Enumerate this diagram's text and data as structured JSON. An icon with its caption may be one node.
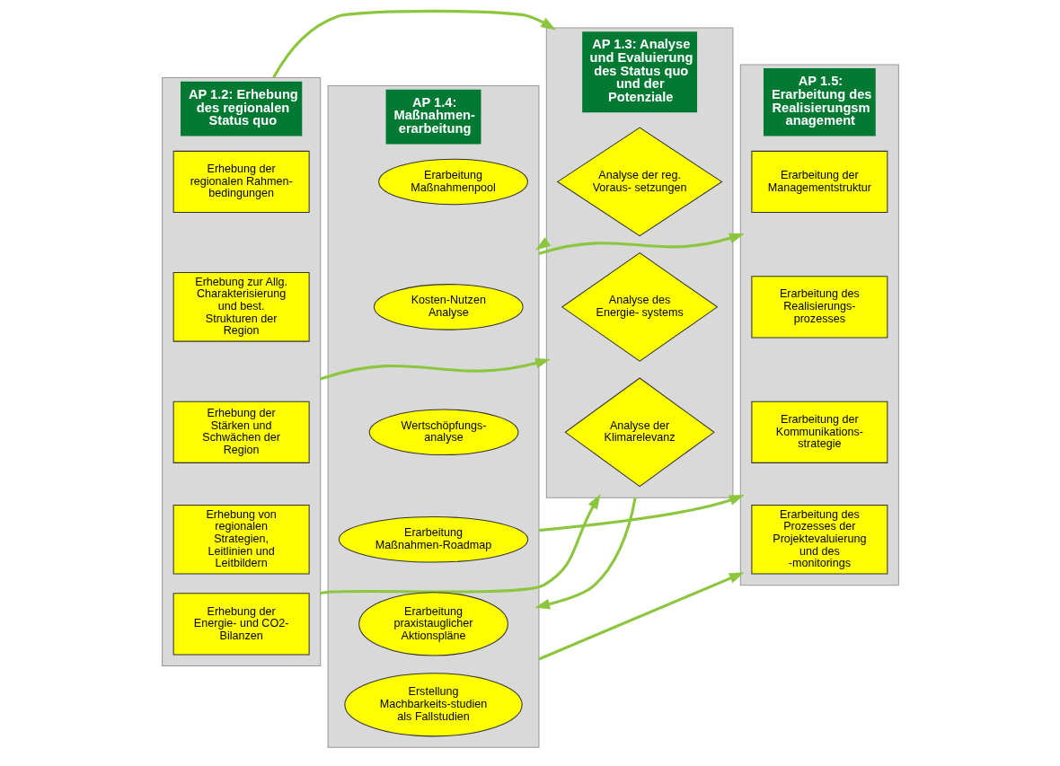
{
  "diagram": {
    "nodes": [
      {
        "text": [
          "AP 1.2: Erhebung des regionalen Status quo"
        ]
      },
      {
        "text": [
          "Erhebung der regionalen Rahmen- bedingungen"
        ],
        "in": 0
      },
      {
        "text": [
          "Erhebung zur Allg. Charakterisierung und best. Strukturen der Region"
        ],
        "in": 0
      },
      {
        "text": [
          "Erhebung der Stärken und Schwächen der Region"
        ],
        "in": 0
      },
      {
        "text": [
          "Erhebung von regionalen Strategien, Leitlinien und Leitbildern"
        ],
        "in": 0
      },
      {
        "text": [
          "Erhebung der Energie- und CO2- Bilanzen"
        ],
        "in": 0
      },
      {
        "text": [
          "AP 1.3: Analyse und Evaluierung des Status quo und der Potenziale"
        ]
      },
      {
        "text": [
          "Analyse der reg. Voraus- setzungen"
        ],
        "in": 6
      },
      {
        "text": [
          "Analyse des Energie- systems"
        ],
        "in": 6
      },
      {
        "text": [
          "Analyse der Klimarelevanz"
        ],
        "in": 6
      },
      {
        "text": [
          "AP 1.4: Maßnahmen- erarbeitung"
        ]
      },
      {
        "text": [
          "Erarbeitung Maßnahmenpool"
        ],
        "in": 10
      },
      {
        "text": [
          "Kosten-Nutzen Analyse"
        ],
        "in": 10
      },
      {
        "text": [
          "Wertschöpfungs- analyse"
        ],
        "in": 10
      },
      {
        "text": [
          "Erarbeitung Maßnahmen-Roadmap"
        ],
        "in": 10
      },
      {
        "text": [
          "Erarbeitung praxistauglicher Aktionspläne"
        ],
        "in": 10
      },
      {
        "text": [
          "Erstellung Machbarkeits-studien als Fallstudien"
        ],
        "in": 10
      },
      {
        "text": [
          "AP 1.5: Erarbeitung des Realisierungsm anagement"
        ]
      },
      {
        "text": [
          "Erarbeitung der Managementstruktur"
        ],
        "in": 17
      },
      {
        "text": [
          "Erarbeitung des Realisierungs- prozesses"
        ],
        "in": 17
      },
      {
        "text": [
          "Erarbeitung der Kommunikations- strategie"
        ],
        "in": 17
      },
      {
        "text": [
          "Erarbeitung des Prozesses der Projektevaluierung und des -monitorings"
        ],
        "in": 17
      }
    ],
    "edges": [
      {
        "from": 0,
        "to": 6,
        "arrow": "to"
      },
      {
        "from": 0,
        "to": 6,
        "arrow": "to"
      },
      {
        "from": 0,
        "to": 6,
        "arrow": "to"
      },
      {
        "from": 6,
        "to": 10,
        "arrow": "to"
      },
      {
        "from": 6,
        "to": 10,
        "arrow": "to"
      },
      {
        "from": 10,
        "to": 17,
        "arrow": "to"
      },
      {
        "from": 10,
        "to": 17,
        "arrow": "to"
      },
      {
        "from": 10,
        "to": 17,
        "arrow": "to"
      }
    ]
  }
}
